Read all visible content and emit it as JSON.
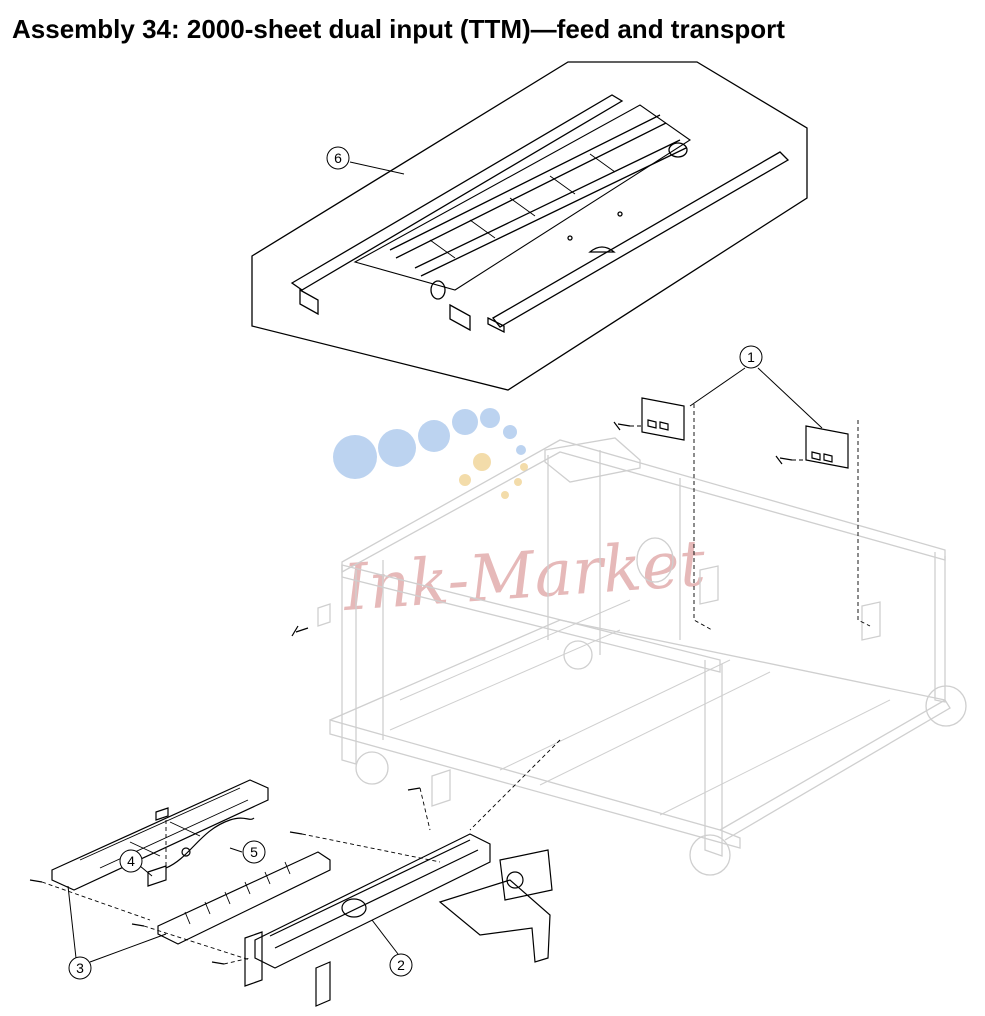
{
  "title": "Assembly 34:  2000-sheet dual input (TTM)—feed and transport",
  "callouts": [
    {
      "number": "1"
    },
    {
      "number": "2"
    },
    {
      "number": "3"
    },
    {
      "number": "4"
    },
    {
      "number": "5"
    },
    {
      "number": "6"
    }
  ],
  "watermark": {
    "text": "Ink-Market",
    "colors": {
      "dots_blue": "#bcd3f0",
      "dots_yellow": "#f3dcaa",
      "text": "#e6b9b9"
    }
  },
  "colors": {
    "line": "#000000",
    "frame_line": "#cfcfcf",
    "background": "#ffffff"
  }
}
